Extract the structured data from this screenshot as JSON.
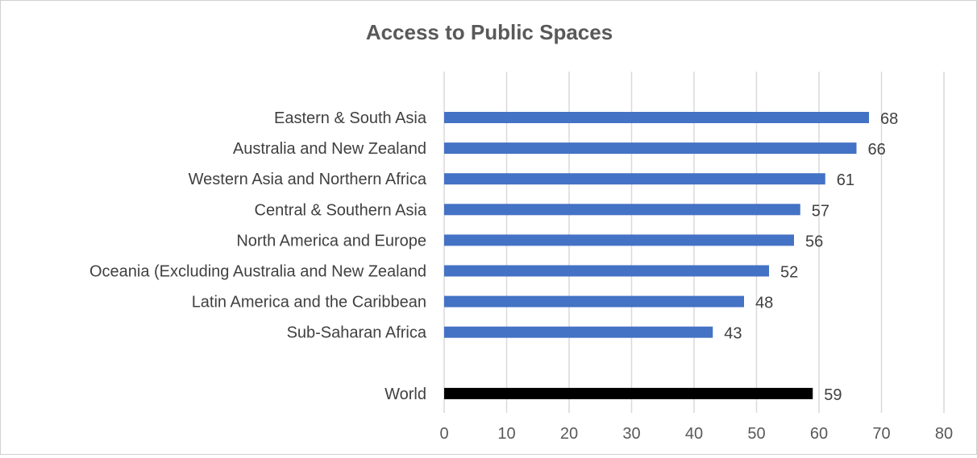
{
  "chart_data": {
    "type": "bar",
    "orientation": "horizontal",
    "title": "Access to Public Spaces",
    "xlabel": "",
    "ylabel": "",
    "xlim": [
      0,
      80
    ],
    "xticks": [
      0,
      10,
      20,
      30,
      40,
      50,
      60,
      70,
      80
    ],
    "grid": true,
    "legend": "none",
    "data_labels": true,
    "categories": [
      "Eastern & South Asia",
      "Australia and New Zealand",
      "Western Asia and Northern Africa",
      "Central & Southern Asia",
      "North America and Europe",
      "Oceania (Excluding Australia and New Zealand",
      "Latin America and the Caribbean",
      "Sub-Saharan Africa",
      "World"
    ],
    "values": [
      68,
      66,
      61,
      57,
      56,
      52,
      48,
      43,
      59
    ],
    "bar_colors": [
      "#4472c4",
      "#4472c4",
      "#4472c4",
      "#4472c4",
      "#4472c4",
      "#4472c4",
      "#4472c4",
      "#4472c4",
      "#000000"
    ]
  }
}
